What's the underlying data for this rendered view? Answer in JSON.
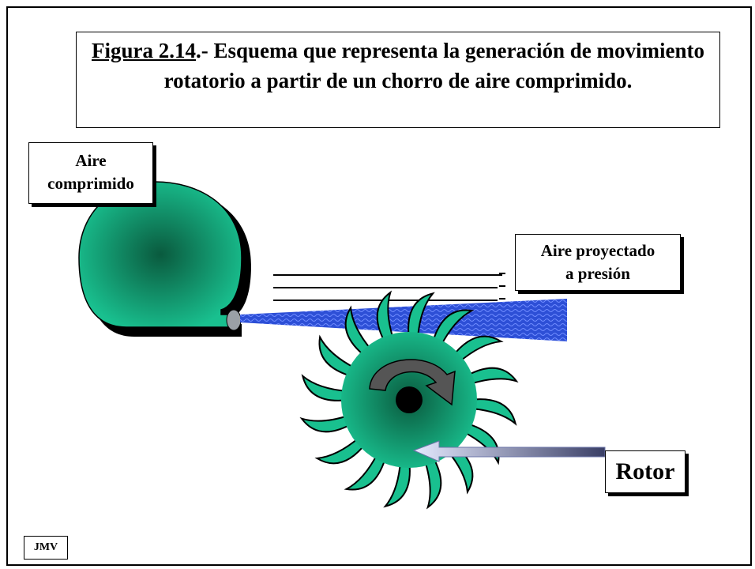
{
  "title": {
    "figure_ref": "Figura 2.14",
    "text": ".- Esquema que representa la generación de movimiento rotatorio a partir de un chorro de aire comprimido."
  },
  "labels": {
    "compressed_air": [
      "Aire",
      "comprimido"
    ],
    "projected_air": [
      "Aire proyectado",
      "a presión"
    ],
    "rotor": "Rotor",
    "author": "JMV"
  },
  "colors": {
    "tank": "#19c08f",
    "tank_dark": "#0a5a3e",
    "jet": "#2d4fd6",
    "rotor": "#19c08f",
    "arrow": "#a8b4e6"
  }
}
